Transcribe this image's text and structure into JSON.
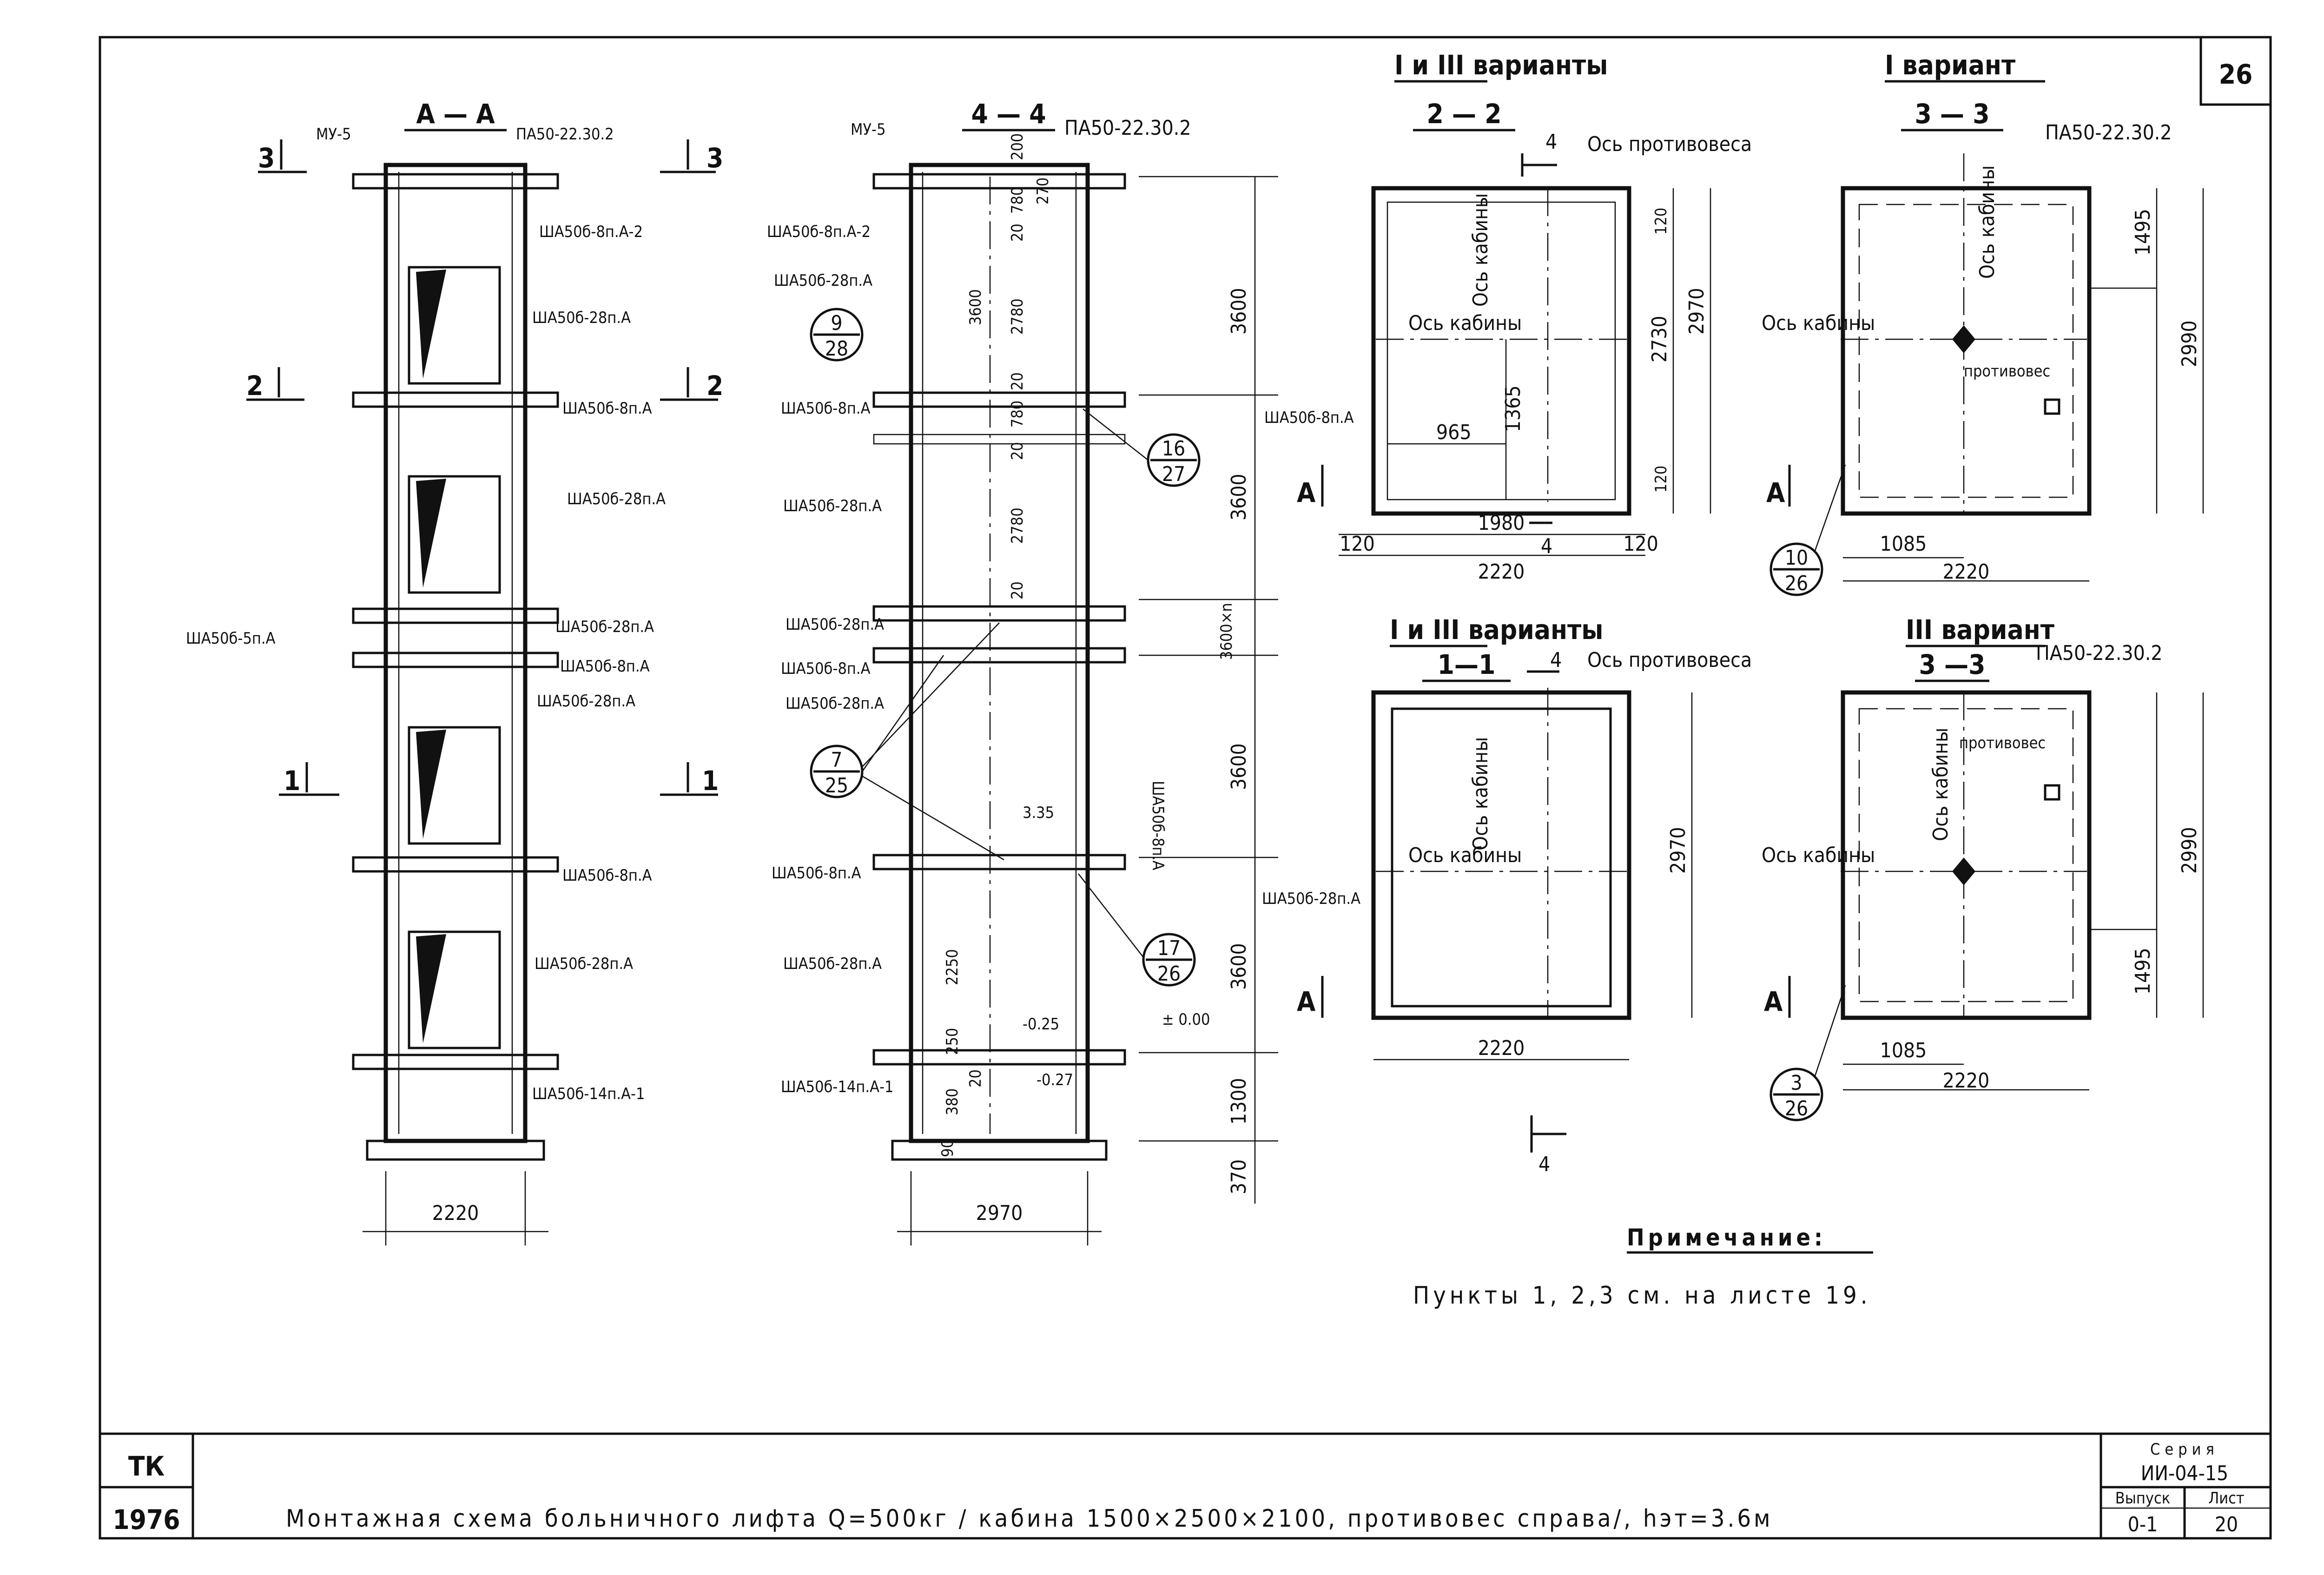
{
  "sheet": {
    "sheet_number_top": "26",
    "org_code": "ТК",
    "year": "1976",
    "title": "Монтажная   схема   больничного лифта Q=500кг / кабина 1500×2500×2100, противовес справа/, hэт=3.6м",
    "series_label": "Серия",
    "series_value": "ИИ-04-15",
    "issue_label": "Выпуск",
    "issue_value": "0-1",
    "page_label": "Лист",
    "page_value": "20"
  },
  "section_aa": {
    "title": "А — А",
    "cut_left_top": "3",
    "cut_right_top": "3",
    "cut_left_mid": "2",
    "cut_right_mid": "2",
    "cut_left_low": "1",
    "cut_right_low": "1",
    "labels": {
      "mu5": "МУ-5",
      "pa_top": "ПА50-22.30.2",
      "sha8a2": "ША50б-8п.А-2",
      "sha28a_1": "ША50б-28п.А",
      "sha8a_1": "ША50б-8п.А",
      "sha28a_2": "ША50б-28п.А",
      "sha5a": "ША50б-5п.А",
      "sha28a_3": "ША50б-28п.А",
      "sha8a_2": "ША50б-8п.А",
      "sha28a_4": "ША50б-28п.А",
      "sha8a_3": "ША50б-8п.А",
      "sha28a_5": "ША50б-28п.А",
      "sha14a1": "ША50б-14п.А-1"
    },
    "dim_width": "2220"
  },
  "section_44": {
    "title": "4 — 4",
    "labels": {
      "mu5": "МУ-5",
      "pa_top": "ПА50-22.30.2",
      "sha8a2": "ША50б-8п.А-2",
      "sha28a_1": "ША50б-28п.А",
      "sha8a_1": "ША50б-8п.А",
      "sha28a_2": "ША50б-28п.А",
      "sha28a_3": "ША50б-28п.А",
      "sha8a_2": "ША50б-8п.А",
      "sha28a_4": "ША50б-28п.А",
      "sha8a_right": "ША50б-8п.А",
      "sha8a_3": "ША50б-8п.А",
      "sha28a_5": "ША50б-28п.А",
      "sha14a1": "ША50б-14п.А-1"
    },
    "callouts": [
      {
        "num": "9",
        "den": "28"
      },
      {
        "num": "16",
        "den": "27"
      },
      {
        "num": "7",
        "den": "25"
      },
      {
        "num": "17",
        "den": "26"
      }
    ],
    "inner_dims": {
      "d200": "200",
      "d780a": "780",
      "d270": "270",
      "d20a": "20",
      "d3600": "3600",
      "d2780a": "2780",
      "d20b": "20",
      "d780b": "780",
      "d20c": "20",
      "d2780b": "2780",
      "d20d": "20",
      "d2250": "2250",
      "d250": "250",
      "d380": "380",
      "d20e": "20",
      "d90": "90"
    },
    "levels": {
      "l335": "3.35",
      "lm025": "-0.25",
      "l000": "± 0.00",
      "lm027": "-0.27"
    },
    "right_dims": {
      "d1": "3600",
      "d2": "3600",
      "d3": "3600×n",
      "d4": "3600",
      "d5": "3600",
      "d6": "1300",
      "d7": "370"
    },
    "dim_width": "2970"
  },
  "plan_22": {
    "header": "I и III варианты",
    "title": "2 — 2",
    "cut_label": "4",
    "axis_cw": "Ось противовеса",
    "axis_cab": "Ось кабины",
    "axis_cab_v": "Ось кабины",
    "sha_label": "ША50б-8п.А",
    "cut_a": "А",
    "dims": {
      "d120t": "120",
      "d2730": "2730",
      "d2970": "2970",
      "d1365": "1365",
      "d120b": "120",
      "d965": "965",
      "d120l": "120",
      "d1980": "1980",
      "d120r": "120",
      "d2220": "2220"
    }
  },
  "plan_11": {
    "header": "I и III варианты",
    "title": "1—1",
    "cut_label": "4",
    "axis_cw": "Ось противовеса",
    "axis_cab": "Ось кабины",
    "axis_cab_v": "Ось кабины",
    "sha_label": "ША50б-28п.А",
    "cut_a": "А",
    "dims": {
      "d2970": "2970",
      "d2220": "2220"
    },
    "bottom_cut": "4"
  },
  "plan_33_i": {
    "header": "I вариант",
    "title": "3 — 3",
    "pa_label": "ПА50-22.30.2",
    "axis_cab": "Ось кабины",
    "axis_cab_v": "Ось кабины",
    "counterweight": "противовес",
    "callout": {
      "num": "10",
      "den": "26"
    },
    "cut_a": "А",
    "dims": {
      "d1495": "1495",
      "d2990": "2990",
      "d1085": "1085",
      "d2220": "2220"
    }
  },
  "plan_33_iii": {
    "header": "III вариант",
    "title": "3 —3",
    "pa_label": "ПА50-22.30.2",
    "axis_cab": "Ось кабины",
    "axis_cab_v": "Ось кабины",
    "counterweight": "противовес",
    "callout": {
      "num": "3",
      "den": "26"
    },
    "cut_a": "А",
    "dims": {
      "d2990": "2990",
      "d1495": "1495",
      "d1085": "1085",
      "d2220": "2220"
    }
  },
  "note": {
    "title": "Примечание:",
    "text": "Пункты 1, 2,3 см.  на  листе 19."
  }
}
